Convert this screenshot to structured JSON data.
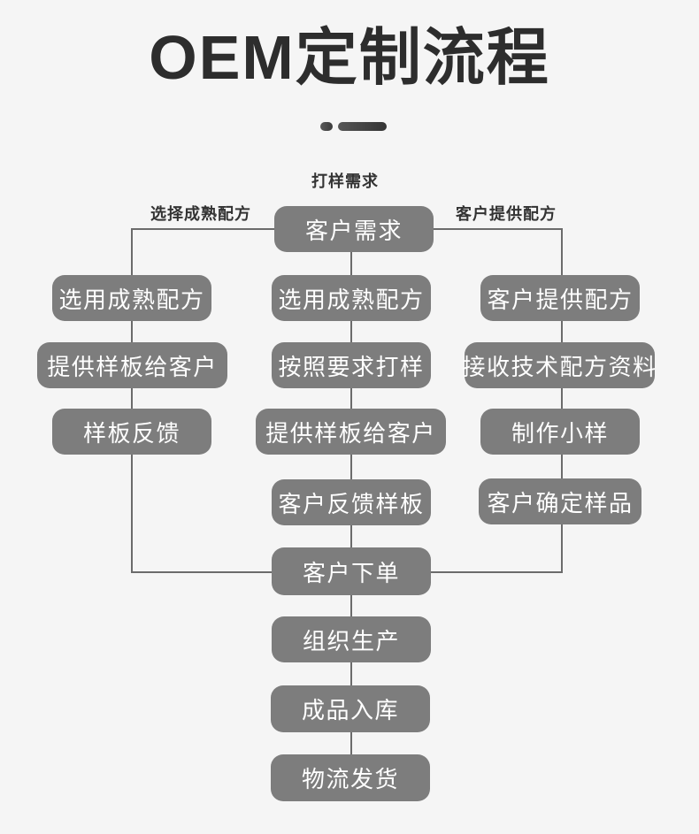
{
  "title": "OEM定制流程",
  "annotations": {
    "sample_demand": "打样需求",
    "choose_mature_formula": "选择成熟配方",
    "customer_provides_formula": "客户提供配方"
  },
  "flow": {
    "root": "客户需求",
    "left_branch": [
      "选用成熟配方",
      "提供样板给客户",
      "样板反馈"
    ],
    "middle_branch": [
      "选用成熟配方",
      "按照要求打样",
      "提供样板给客户",
      "客户反馈样板"
    ],
    "right_branch": [
      "客户提供配方",
      "接收技术配方资料",
      "制作小样",
      "客户确定样品"
    ],
    "merge": "客户下单",
    "final_steps": [
      "组织生产",
      "成品入库",
      "物流发货"
    ]
  },
  "colors": {
    "background": "#f5f5f5",
    "node_fill": "#7d7d7d",
    "node_text": "#ffffff",
    "connector": "#6b6b6b",
    "heading": "#2d2d2d",
    "label": "#333333"
  }
}
